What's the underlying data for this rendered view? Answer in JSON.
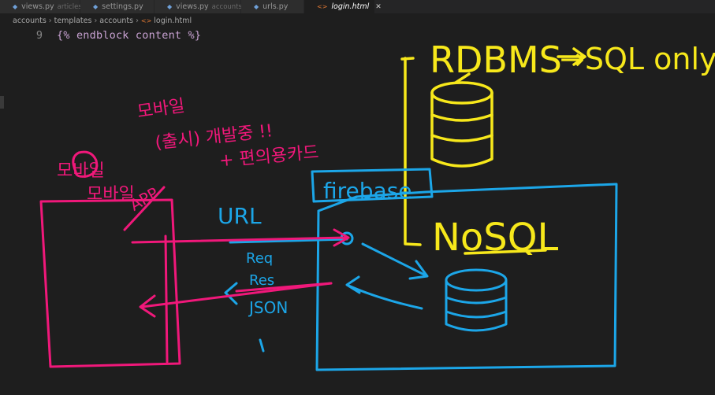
{
  "tabs": [
    {
      "label": "views.py",
      "description": "articles",
      "icon": "python-file-icon",
      "active": false
    },
    {
      "label": "settings.py",
      "description": "",
      "icon": "python-file-icon",
      "active": false
    },
    {
      "label": "views.py",
      "description": "accounts",
      "icon": "python-file-icon",
      "active": false
    },
    {
      "label": "urls.py",
      "description": "",
      "icon": "python-file-icon",
      "active": false
    },
    {
      "label": "login.html",
      "description": "",
      "icon": "html-file-icon",
      "active": true
    }
  ],
  "breadcrumb": [
    "accounts",
    "templates",
    "accounts",
    "login.html"
  ],
  "editor": {
    "line_number": "9",
    "code": "{% endblock content %}"
  },
  "annotations": {
    "rdbms": "RDBMS",
    "arrow_sql": "→SQL only",
    "firebase": "firebase",
    "nosql": "NoSQL",
    "url": "URL",
    "req": "Req",
    "res": "Res",
    "json": "JSON",
    "mobile_app_top": "모바일",
    "mobile_app_bottom": "모바일",
    "app": "APP",
    "korean_line1": "모바일",
    "korean_line2": "(출시) 개발중 !!",
    "korean_line3": "+ 편의용카드"
  },
  "colors": {
    "yellow": "#f7e81b",
    "blue": "#1ca6e8",
    "pink": "#f0187a"
  }
}
